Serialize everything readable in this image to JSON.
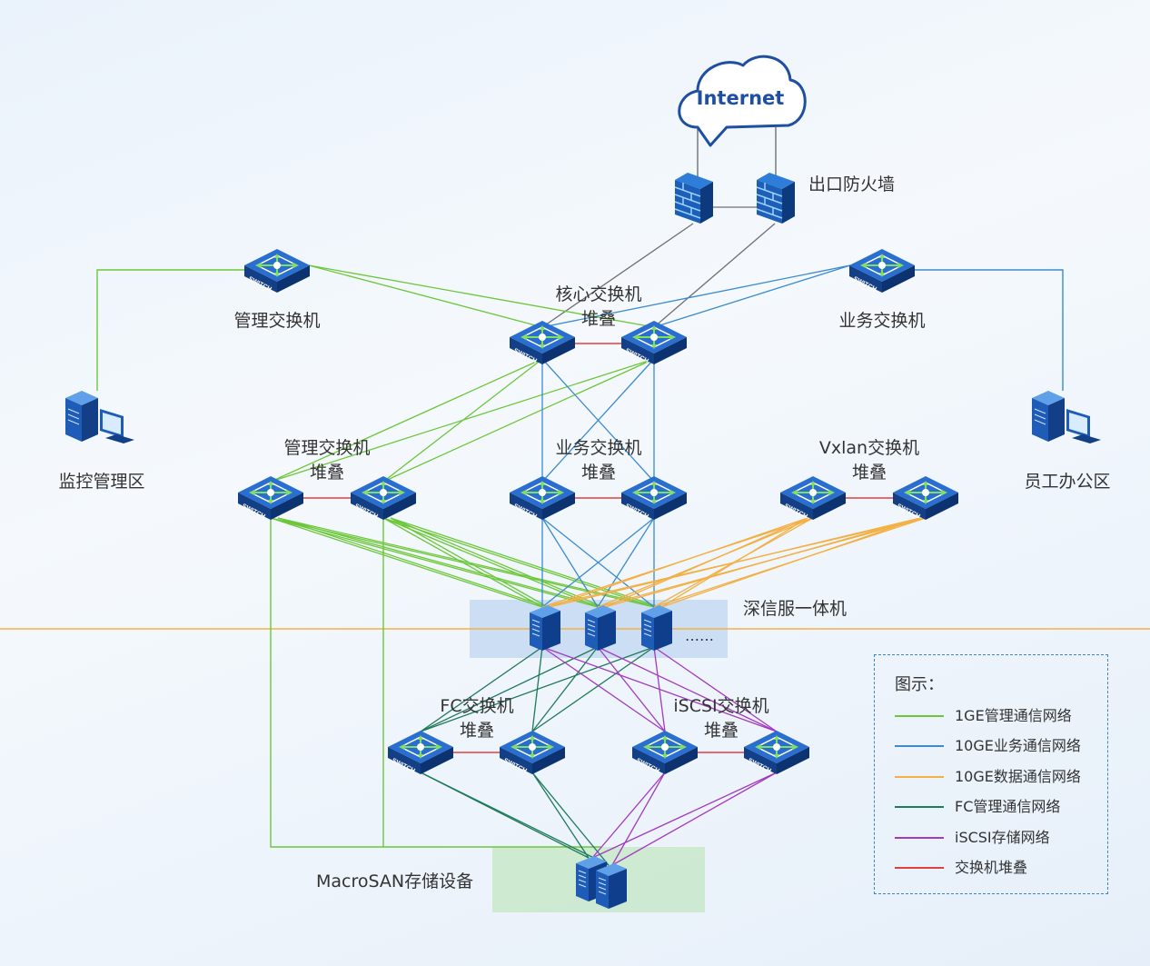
{
  "cloud": {
    "label": "Internet"
  },
  "labels": {
    "firewall": "出口防火墙",
    "mgmt_switch": "管理交换机",
    "biz_switch": "业务交换机",
    "core_stack_l1": "核心交换机",
    "core_stack_l2": "堆叠",
    "monitor_area": "监控管理区",
    "staff_area": "员工办公区",
    "mgmt_stack_l1": "管理交换机",
    "mgmt_stack_l2": "堆叠",
    "biz_stack_l1": "业务交换机",
    "biz_stack_l2": "堆叠",
    "vxlan_stack_l1": "Vxlan交换机",
    "vxlan_stack_l2": "堆叠",
    "hci": "深信服一体机",
    "ellipsis": "……",
    "fc_stack_l1": "FC交换机",
    "fc_stack_l2": "堆叠",
    "iscsi_stack_l1": "iSCSI交换机",
    "iscsi_stack_l2": "堆叠",
    "storage": "MacroSAN存储设备"
  },
  "switch_badge": "SWITCH",
  "legend": {
    "title": "图示：",
    "items": [
      {
        "label": "1GE管理通信网络",
        "color": "#6cc73a"
      },
      {
        "label": "10GE业务通信网络",
        "color": "#3a8bd0"
      },
      {
        "label": "10GE数据通信网络",
        "color": "#f3b044"
      },
      {
        "label": "FC管理通信网络",
        "color": "#1f7a5a"
      },
      {
        "label": "iSCSI存储网络",
        "color": "#a23ac2"
      },
      {
        "label": "交换机堆叠",
        "color": "#e04040"
      }
    ]
  },
  "colors": {
    "mgmt": "#6cc73a",
    "biz": "#3a8bd0",
    "data": "#f3b044",
    "fc": "#1f7a5a",
    "iscsi": "#a23ac2",
    "stack": "#e04040",
    "uplink": "#707070",
    "divider": "#f3b044"
  }
}
